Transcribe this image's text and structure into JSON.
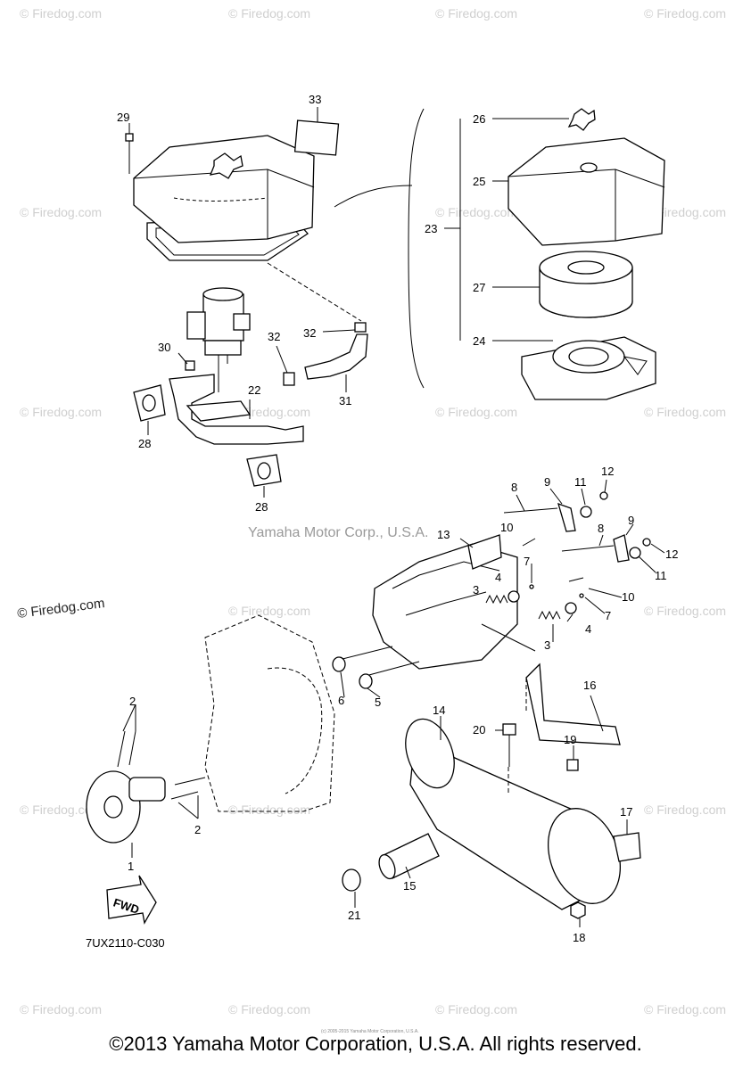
{
  "watermark": "© Firedog.com",
  "watermark_dark": "© Firedog.com",
  "center_watermark": "Yamaha Motor Corp., U.S.A.",
  "fine_print": "(c) 2005-2015 Yamaha Motor Corporation, U.S.A.",
  "diagram_code": "7UX2110-C030",
  "fwd_label": "FWD",
  "copyright": "©2013 Yamaha Motor Corporation, U.S.A. All rights reserved.",
  "callouts": {
    "n1": "1",
    "n2a": "2",
    "n2b": "2",
    "n3a": "3",
    "n3b": "3",
    "n4a": "4",
    "n4b": "4",
    "n5": "5",
    "n6": "6",
    "n7a": "7",
    "n7b": "7",
    "n8a": "8",
    "n8b": "8",
    "n9a": "9",
    "n9b": "9",
    "n10a": "10",
    "n10b": "10",
    "n11a": "11",
    "n11b": "11",
    "n12a": "12",
    "n12b": "12",
    "n13": "13",
    "n14": "14",
    "n15": "15",
    "n16": "16",
    "n17": "17",
    "n18": "18",
    "n19": "19",
    "n20": "20",
    "n21": "21",
    "n22": "22",
    "n23": "23",
    "n24": "24",
    "n25": "25",
    "n26": "26",
    "n27": "27",
    "n28a": "28",
    "n28b": "28",
    "n29": "29",
    "n30": "30",
    "n31": "31",
    "n32a": "32",
    "n32b": "32",
    "n33": "33"
  }
}
